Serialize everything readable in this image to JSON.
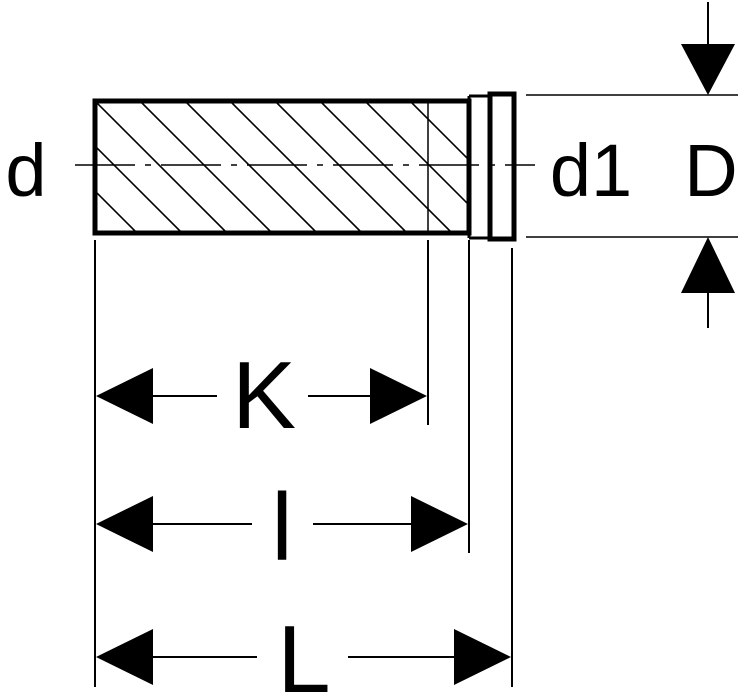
{
  "labels": {
    "d": "d",
    "d1": "d1",
    "D": "D",
    "K": "K",
    "l": "l",
    "L": "L"
  },
  "colors": {
    "line": "#000000",
    "background": "#ffffff"
  }
}
